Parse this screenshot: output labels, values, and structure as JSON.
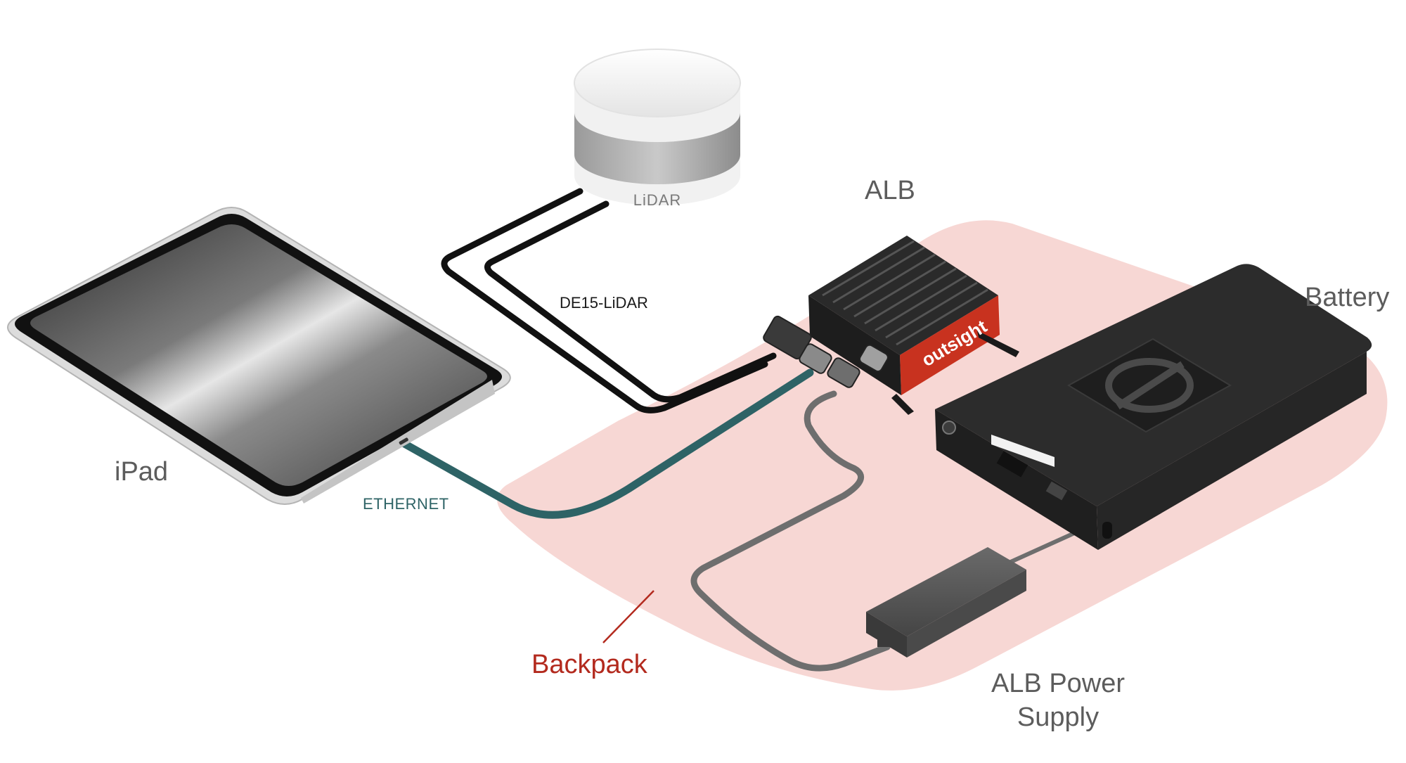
{
  "labels": {
    "lidar_cable": "DE15-LiDAR",
    "ethernet": "ETHERNET",
    "ipad": "iPad",
    "alb": "ALB",
    "battery": "Battery",
    "alb_power_supply": "ALB Power Supply",
    "backpack": "Backpack",
    "lidar_device_text": "LiDAR",
    "alb_brand_text": "outsight"
  },
  "colors": {
    "backpack_area": "#f7d7d4",
    "ethernet_cable": "#2e6366",
    "lidar_cable": "#111111",
    "power_cable": "#6e6e6e",
    "alb_accent": "#c8321f",
    "backpack_label": "#b32a1e",
    "label_gray": "#5c5c5c"
  },
  "icons": [
    "lidar-sensor-icon",
    "ipad-icon",
    "alb-box-icon",
    "battery-icon",
    "power-supply-icon"
  ]
}
